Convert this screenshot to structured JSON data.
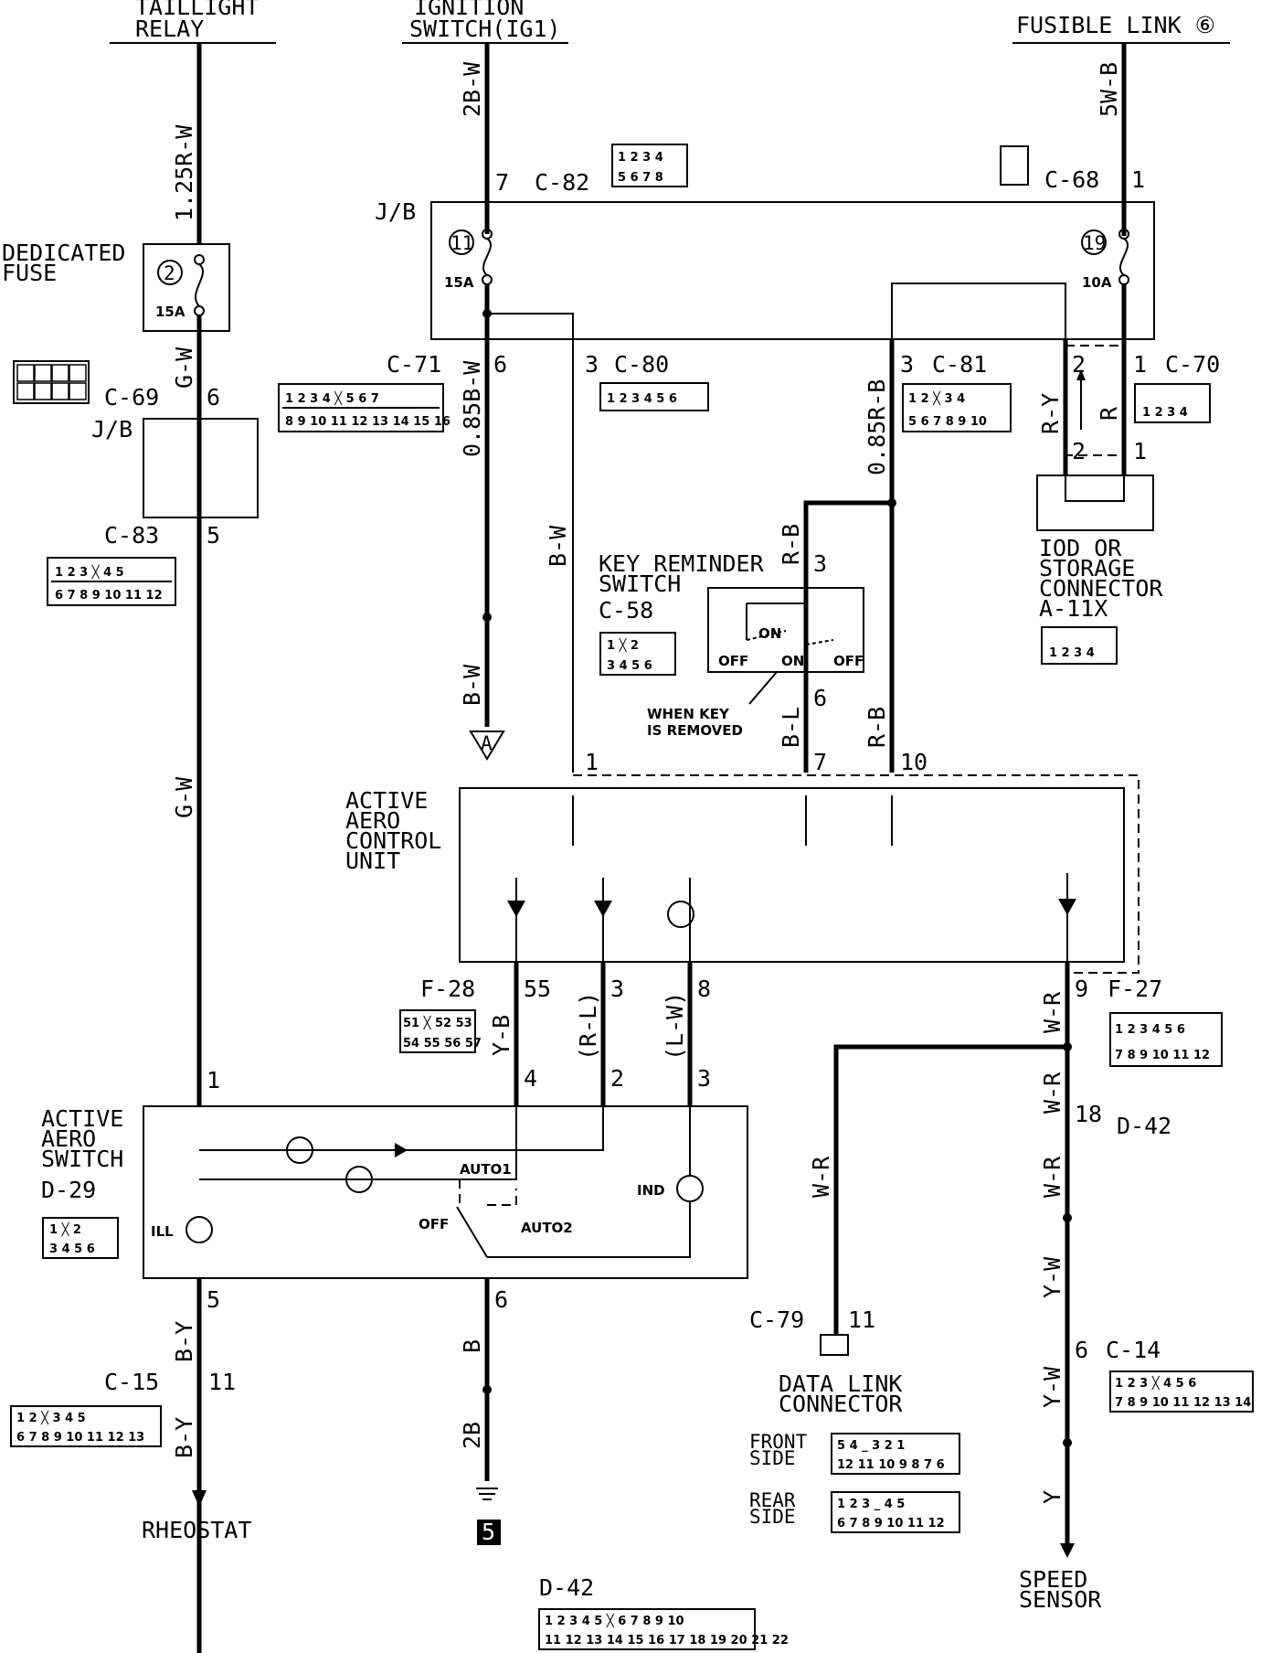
{
  "top_sources": {
    "taillight": [
      "TAILLIGHT",
      "RELAY"
    ],
    "ignition": [
      "IGNITION",
      "SWITCH(IG1)"
    ],
    "fusible": "FUSIBLE LINK ⑥"
  },
  "wires": {
    "w1": "1.25R-W",
    "w2": "G-W",
    "w3": "G-W",
    "w4": "B-Y",
    "w5": "B-Y",
    "w6": "2B-W",
    "w7": "0.85B-W",
    "w8": "B-W",
    "w9": "B-W",
    "w10": "0.85R-B",
    "w11": "R-B",
    "w12": "B-L",
    "w13": "R-B",
    "w14": "5W-B",
    "w15": "R-Y",
    "w16": "R",
    "w17": "Y-B",
    "w18": "(R-L)",
    "w19": "(L-W)",
    "w20": "B",
    "w21": "2B",
    "w22": "W-R",
    "w23": "W-R",
    "w24": "W-R",
    "w25": "W-R",
    "w26": "Y-W",
    "w27": "Y-W",
    "w28": "Y"
  },
  "labels": {
    "dedicated_fuse": [
      "DEDICATED",
      "FUSE"
    ],
    "jb": "J/B",
    "key_reminder": [
      "KEY REMINDER",
      "SWITCH"
    ],
    "when_key": [
      "WHEN KEY",
      "IS REMOVED"
    ],
    "iod": [
      "IOD OR",
      "STORAGE",
      "CONNECTOR",
      "A-11X"
    ],
    "control_unit": [
      "ACTIVE",
      "AERO",
      "CONTROL",
      "UNIT"
    ],
    "aero_switch": [
      "ACTIVE",
      "AERO",
      "SWITCH"
    ],
    "data_link": [
      "DATA LINK",
      "CONNECTOR"
    ],
    "front_side": [
      "FRONT",
      "SIDE"
    ],
    "rear_side": [
      "REAR",
      "SIDE"
    ],
    "rheostat": "RHEOSTAT",
    "speed_sensor": [
      "SPEED",
      "SENSOR"
    ],
    "ground_ref": "A",
    "ground_num": "5",
    "sw_auto1": "AUTO1",
    "sw_auto2": "AUTO2",
    "sw_off": "OFF",
    "sw_ill": "ILL",
    "sw_ind": "IND",
    "ks_on1": "ON",
    "ks_on2": "ON",
    "ks_off1": "OFF",
    "ks_off2": "OFF"
  },
  "connectors": {
    "c82": "C-82",
    "c68": "C-68",
    "c69": "C-69",
    "c71": "C-71",
    "c80": "C-80",
    "c81": "C-81",
    "c70": "C-70",
    "c83": "C-83",
    "c58": "C-58",
    "f28": "F-28",
    "f27": "F-27",
    "d42a": "D-42",
    "d42b": "D-42",
    "d29": "D-29",
    "c79": "C-79",
    "c15": "C-15",
    "c14": "C-14"
  },
  "fuses": {
    "f2_num": "2",
    "f2_rating": "15A",
    "f11_num": "11",
    "f11_rating": "15A",
    "f19_num": "19",
    "f19_rating": "10A"
  },
  "pins": {
    "p_c82": "7",
    "p_c68": "1",
    "p_c69": "6",
    "p_c83": "5",
    "p_c71": "6",
    "p_c80": "3",
    "p_c81": "3",
    "p_c70a": "2",
    "p_c70b": "1",
    "p_iod2": "2",
    "p_iod1": "1",
    "p_ks3": "3",
    "p_ks6": "6",
    "p_u1": "1",
    "p_u7": "7",
    "p_u10": "10",
    "p_u55": "55",
    "p_u3": "3",
    "p_u8": "8",
    "p_u9": "9",
    "p_sw1": "1",
    "p_sw4": "4",
    "p_sw2": "2",
    "p_sw3": "3",
    "p_sw5": "5",
    "p_sw6": "6",
    "p_c15": "11",
    "p_d42": "18",
    "p_c79": "11",
    "p_c14": "6"
  }
}
